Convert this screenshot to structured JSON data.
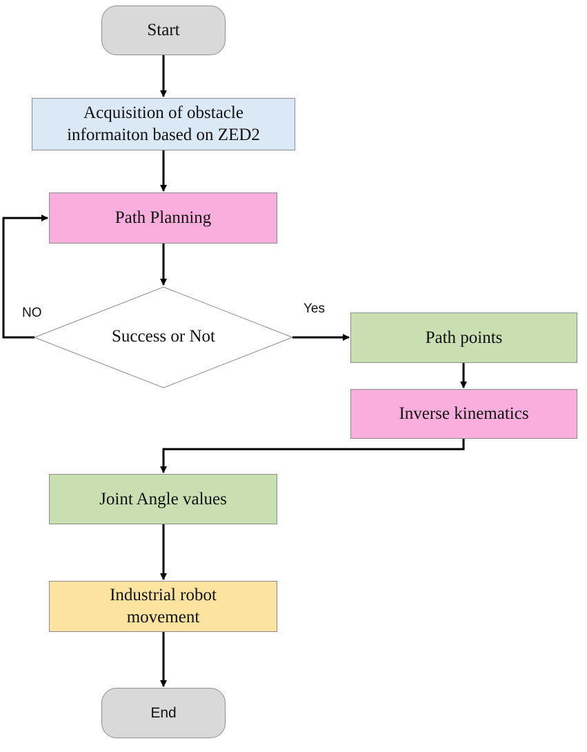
{
  "diagram": {
    "start": "Start",
    "acquisition": "Acquisition of obstacle\ninformaiton based on ZED2",
    "path_planning": "Path Planning",
    "decision": "Success or Not",
    "no_label": "NO",
    "yes_label": "Yes",
    "path_points": "Path points",
    "inverse_kinematics": "Inverse kinematics",
    "joint_angles": "Joint Angle values",
    "robot_movement": "Industrial robot\nmovement",
    "end": "End"
  },
  "colors": {
    "terminal_fill": "#d9d9d9",
    "blue_fill": "#dbe9f6",
    "pink_fill": "#f9aedd",
    "green_fill": "#c9dfb1",
    "yellow_fill": "#fde3a0",
    "line": "#000000"
  }
}
